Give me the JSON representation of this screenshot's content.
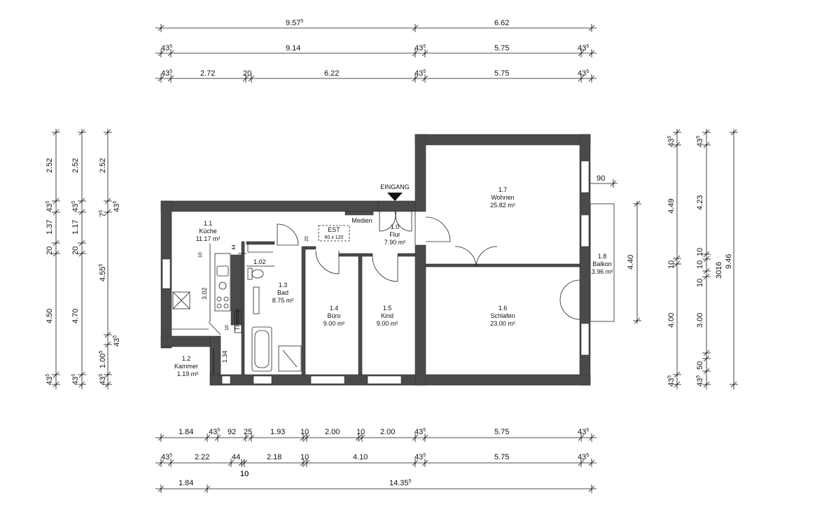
{
  "dimensions": {
    "top": {
      "row1": [
        {
          "v": "9.57",
          "s": "5"
        },
        {
          "v": "6.62",
          "s": ""
        }
      ],
      "row2": [
        {
          "v": "43",
          "s": "5"
        },
        {
          "v": "9.14",
          "s": ""
        },
        {
          "v": "43",
          "s": "5"
        },
        {
          "v": "5.75",
          "s": ""
        },
        {
          "v": "43",
          "s": "5"
        }
      ],
      "row3": [
        {
          "v": "43",
          "s": "5"
        },
        {
          "v": "2.72",
          "s": ""
        },
        {
          "v": "20",
          "s": ""
        },
        {
          "v": "6.22",
          "s": ""
        },
        {
          "v": "43",
          "s": "5"
        },
        {
          "v": "5.75",
          "s": ""
        },
        {
          "v": "43",
          "s": "5"
        }
      ]
    },
    "bottom": {
      "row1": [
        {
          "v": "1.84",
          "s": ""
        },
        {
          "v": "43",
          "s": "5"
        },
        {
          "v": "92",
          "s": ""
        },
        {
          "v": "25",
          "s": ""
        },
        {
          "v": "1.93",
          "s": ""
        },
        {
          "v": "10",
          "s": ""
        },
        {
          "v": "2.00",
          "s": ""
        },
        {
          "v": "10",
          "s": ""
        },
        {
          "v": "2.00",
          "s": ""
        },
        {
          "v": "43",
          "s": "5"
        },
        {
          "v": "5.75",
          "s": ""
        },
        {
          "v": "43",
          "s": "5"
        }
      ],
      "row2": [
        {
          "v": "43",
          "s": "5"
        },
        {
          "v": "2.22",
          "s": ""
        },
        {
          "v": "44",
          "s": ""
        },
        {
          "v": "10",
          "s": ""
        },
        {
          "v": "2.18",
          "s": ""
        },
        {
          "v": "10",
          "s": ""
        },
        {
          "v": "4.10",
          "s": ""
        },
        {
          "v": "43",
          "s": "5"
        },
        {
          "v": "5.75",
          "s": ""
        },
        {
          "v": "43",
          "s": "5"
        }
      ],
      "row3": [
        {
          "v": "1.84",
          "s": ""
        },
        {
          "v": "14.35",
          "s": "5"
        }
      ]
    },
    "left": {
      "col1": [
        {
          "v": "2.52",
          "s": ""
        },
        {
          "v": "43",
          "s": "5"
        },
        {
          "v": "1.37",
          "s": ""
        },
        {
          "v": "20",
          "s": ""
        },
        {
          "v": "4.50",
          "s": ""
        },
        {
          "v": "43",
          "s": "5"
        }
      ],
      "col2": [
        {
          "v": "2.52",
          "s": ""
        },
        {
          "v": "43",
          "s": "5"
        },
        {
          "v": "1.17",
          "s": ""
        },
        {
          "v": "20",
          "s": ""
        },
        {
          "v": "4.70",
          "s": ""
        },
        {
          "v": "43",
          "s": "5"
        }
      ],
      "col3": [
        {
          "v": "2.52",
          "s": ""
        },
        {
          "v": "43",
          "s": "5"
        },
        {
          "v": "7",
          "s": "5"
        },
        {
          "v": "4.55",
          "s": "5"
        },
        {
          "v": "1.00",
          "s": "5"
        },
        {
          "v": "43",
          "s": "5"
        },
        {
          "v": "43",
          "s": "5"
        }
      ]
    },
    "right": {
      "col1": [
        {
          "v": "43",
          "s": "5"
        },
        {
          "v": "4.49",
          "s": ""
        },
        {
          "v": "10",
          "s": ""
        },
        {
          "v": "4.00",
          "s": ""
        },
        {
          "v": "43",
          "s": "5"
        }
      ],
      "col2": [
        {
          "v": "43",
          "s": "5"
        },
        {
          "v": "4.23",
          "s": ""
        },
        {
          "v": "10",
          "s": ""
        },
        {
          "v": "16",
          "s": ""
        },
        {
          "v": "10",
          "s": ""
        },
        {
          "v": "3.00",
          "s": ""
        },
        {
          "v": "10",
          "s": ""
        },
        {
          "v": "50",
          "s": ""
        },
        {
          "v": "43",
          "s": "5"
        }
      ],
      "col3": [
        {
          "v": "30",
          "s": ""
        }
      ],
      "col4": [
        {
          "v": "9.46",
          "s": ""
        }
      ],
      "balcony_height": "4.40",
      "balcony_depth": "90"
    }
  },
  "rooms": {
    "kueche": {
      "num": "1.1",
      "name": "Küche",
      "area": "11.17 m²"
    },
    "kammer": {
      "num": "1.2",
      "name": "Kammer",
      "area": "1.19 m²"
    },
    "bad": {
      "num": "1.3",
      "name": "Bad",
      "area": "8.75 m²"
    },
    "buero": {
      "num": "1.4",
      "name": "Büro",
      "area": "9.00 m²"
    },
    "kind": {
      "num": "1.5",
      "name": "Kind",
      "area": "9.00 m²"
    },
    "flur": {
      "num": "1.0",
      "name": "Flur",
      "area": "7.90 m²"
    },
    "schlafen": {
      "num": "1.6",
      "name": "Schlafen",
      "area": "23.00 m²"
    },
    "wohnen": {
      "num": "1.7",
      "name": "Wohnen",
      "area": "25.82 m²"
    },
    "balkon": {
      "num": "1.8",
      "name": "Balkon",
      "area": "3.96 m²"
    }
  },
  "labels": {
    "entrance": "EINGANG",
    "est": "EST",
    "est_size": "60 x 120",
    "medien": "Medien",
    "therme": "Therme",
    "kitchen_len": "3.02",
    "kammer_w": "1.34",
    "bad_w": "1.02",
    "small_44": "44",
    "small_10a": "10",
    "small_10b": "10",
    "small_20": "20",
    "bottom_10": "10"
  }
}
